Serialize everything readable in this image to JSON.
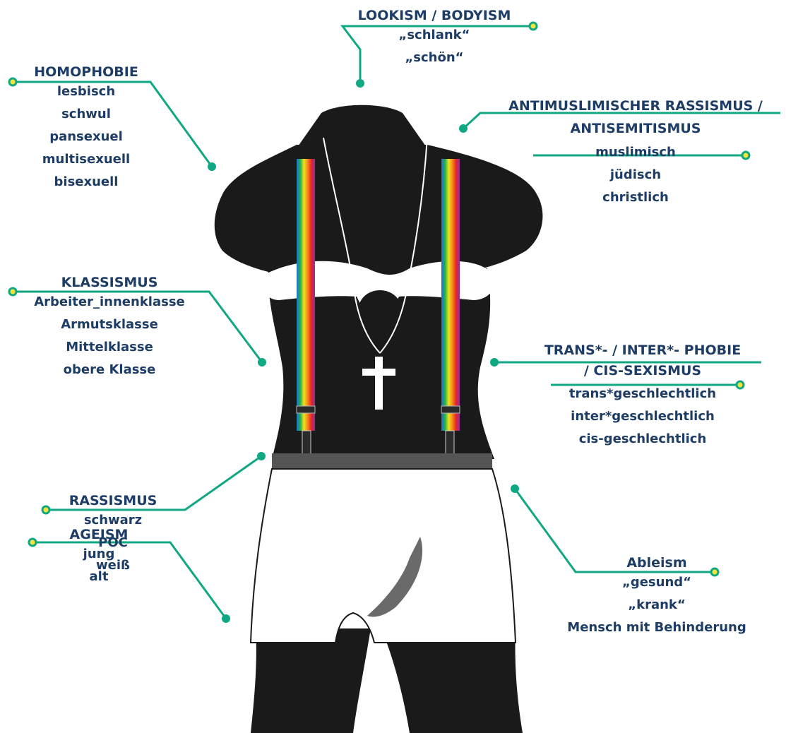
{
  "colors": {
    "text": "#1d3d66",
    "connector": "#0fa882",
    "dot_fill": "#f7e33b",
    "figure": "#1a1a1a",
    "shorts": "#ffffff",
    "waistband": "#555555"
  },
  "labels": [
    {
      "id": "lookism",
      "heading": [
        "LOOKISM / BODYISM"
      ],
      "items": [
        "„schlank“",
        "„schön“"
      ]
    },
    {
      "id": "homophobie",
      "heading": [
        "HOMOPHOBIE"
      ],
      "items": [
        "lesbisch",
        "schwul",
        "pansexuel",
        "multisexuell",
        "bisexuell"
      ]
    },
    {
      "id": "antimuslim",
      "heading": [
        "ANTIMUSLIMISCHER RASSISMUS /",
        "ANTISEMITISMUS"
      ],
      "items": [
        "muslimisch",
        "jüdisch",
        "christlich"
      ]
    },
    {
      "id": "klassismus",
      "heading": [
        "KLASSISMUS"
      ],
      "items": [
        "Arbeiter_innenklasse",
        "Armutsklasse",
        "Mittelklasse",
        "obere Klasse"
      ]
    },
    {
      "id": "trans",
      "heading": [
        "TRANS*- / INTER*- PHOBIE",
        "/ CIS-SEXISMUS"
      ],
      "items": [
        "trans*geschlechtlich",
        "inter*geschlechtlich",
        "cis-geschlechtlich"
      ]
    },
    {
      "id": "rassismus",
      "heading": [
        "RASSISMUS"
      ],
      "items": [
        "schwarz",
        "POC",
        "weiß"
      ]
    },
    {
      "id": "ableism",
      "heading": [
        "Ableism"
      ],
      "items": [
        "„gesund“",
        "„krank“",
        "Mensch mit Behinderung"
      ]
    },
    {
      "id": "ageism",
      "heading": [
        "AGEISM"
      ],
      "items": [
        "jung",
        "alt"
      ]
    }
  ]
}
